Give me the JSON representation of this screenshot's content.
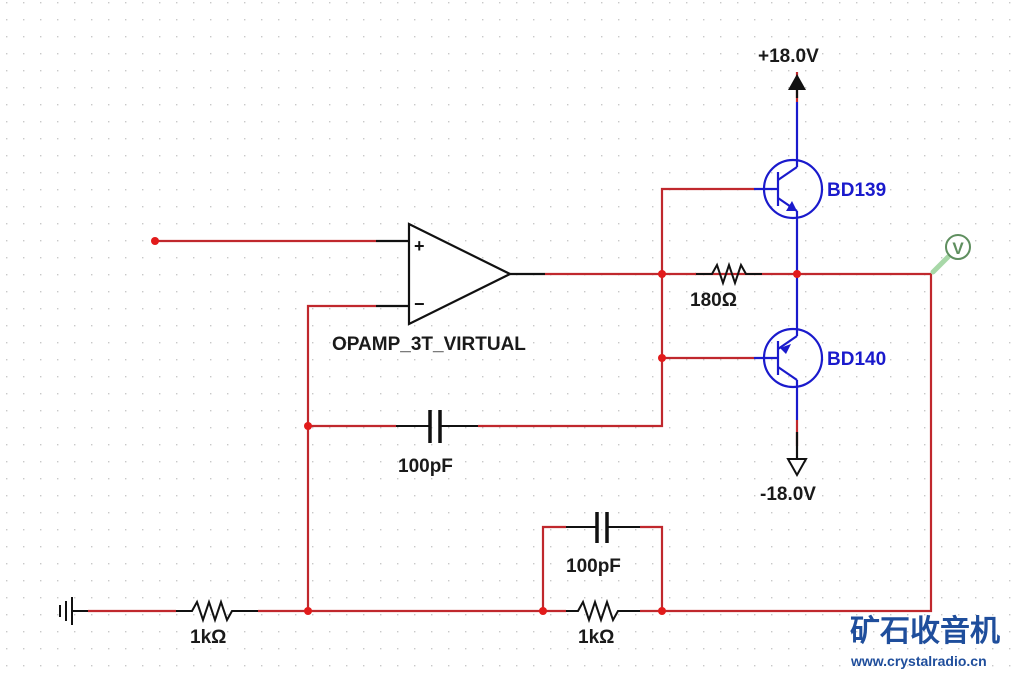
{
  "schematic": {
    "title": "Op-amp with complementary BJT output stage",
    "colors": {
      "wire": "#c0282d",
      "wire_blue": "#1a1acc",
      "component": "#111111",
      "junction": "#e21b1b",
      "probe": "#5f8f5f",
      "grid_dot": "#c8c8c8",
      "watermark": "#1f4e9c"
    },
    "components": {
      "opamp": {
        "ref": "OPAMP_3T_VIRTUAL",
        "plus": "+",
        "minus": "−"
      },
      "q_upper": {
        "ref": "BD139",
        "type": "NPN"
      },
      "q_lower": {
        "ref": "BD140",
        "type": "PNP"
      },
      "supply_pos": {
        "label": "+18.0V"
      },
      "supply_neg": {
        "label": "-18.0V"
      },
      "r_bias": {
        "value": "180Ω"
      },
      "c_comp": {
        "value": "100pF"
      },
      "c_feedback": {
        "value": "100pF"
      },
      "r_feedback": {
        "value": "1kΩ"
      },
      "r_ground": {
        "value": "1kΩ"
      },
      "probe": {
        "label": "V"
      }
    },
    "watermark": {
      "title": "矿石收音机",
      "url": "www.crystalradio.cn"
    }
  }
}
